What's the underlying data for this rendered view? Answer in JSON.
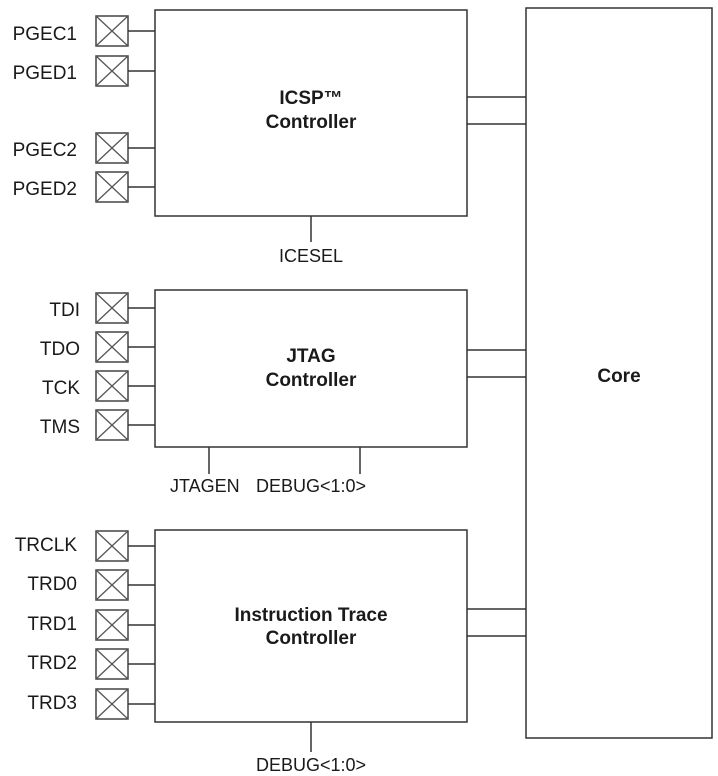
{
  "blocks": {
    "icsp": {
      "title_line1": "ICSP™",
      "title_line2": "Controller",
      "pins": [
        "PGEC1",
        "PGED1",
        "PGEC2",
        "PGED2"
      ],
      "signals": [
        "ICESEL"
      ]
    },
    "jtag": {
      "title_line1": "JTAG",
      "title_line2": "Controller",
      "pins": [
        "TDI",
        "TDO",
        "TCK",
        "TMS"
      ],
      "signals": [
        "JTAGEN",
        "DEBUG<1:0>"
      ]
    },
    "trace": {
      "title_line1": "Instruction Trace",
      "title_line2": "Controller",
      "pins": [
        "TRCLK",
        "TRD0",
        "TRD1",
        "TRD2",
        "TRD3"
      ],
      "signals": [
        "DEBUG<1:0>"
      ]
    },
    "core": {
      "title": "Core"
    }
  }
}
